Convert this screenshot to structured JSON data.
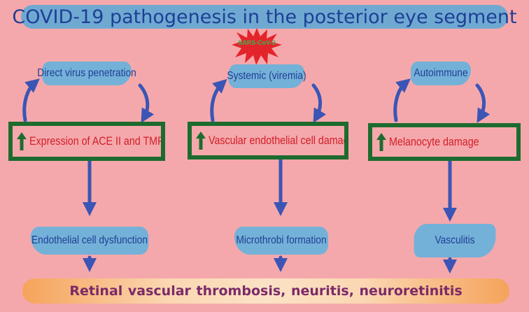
{
  "title": "COVID-19 pathogenesis in the posterior eye segment",
  "virus_label": "SARS-CoV-2",
  "columns": [
    {
      "trigger": "Direct virus penetration",
      "effect": "Expression of ACE II and TMPRSS",
      "outcome": "Endothelial cell dysfunction"
    },
    {
      "trigger": "Systemic (viremia)",
      "effect": "Vascular endothelial cell damage",
      "outcome": "Microthrobi formation"
    },
    {
      "trigger": "Autoimmune",
      "effect": "Melanocyte damage",
      "outcome": "Vasculitis"
    }
  ],
  "final_outcome": "Retinal vascular thrombosis, neuritis,  neuroretinitis",
  "colors": {
    "background": "#f5a8ab",
    "bubble": "#74b1d8",
    "text_blue": "#1f3f95",
    "box_border": "#1e6b2f",
    "effect_text": "#d11f2a",
    "arrow": "#3b55b5",
    "final_text": "#7b2a68",
    "virus": "#e3242b"
  }
}
